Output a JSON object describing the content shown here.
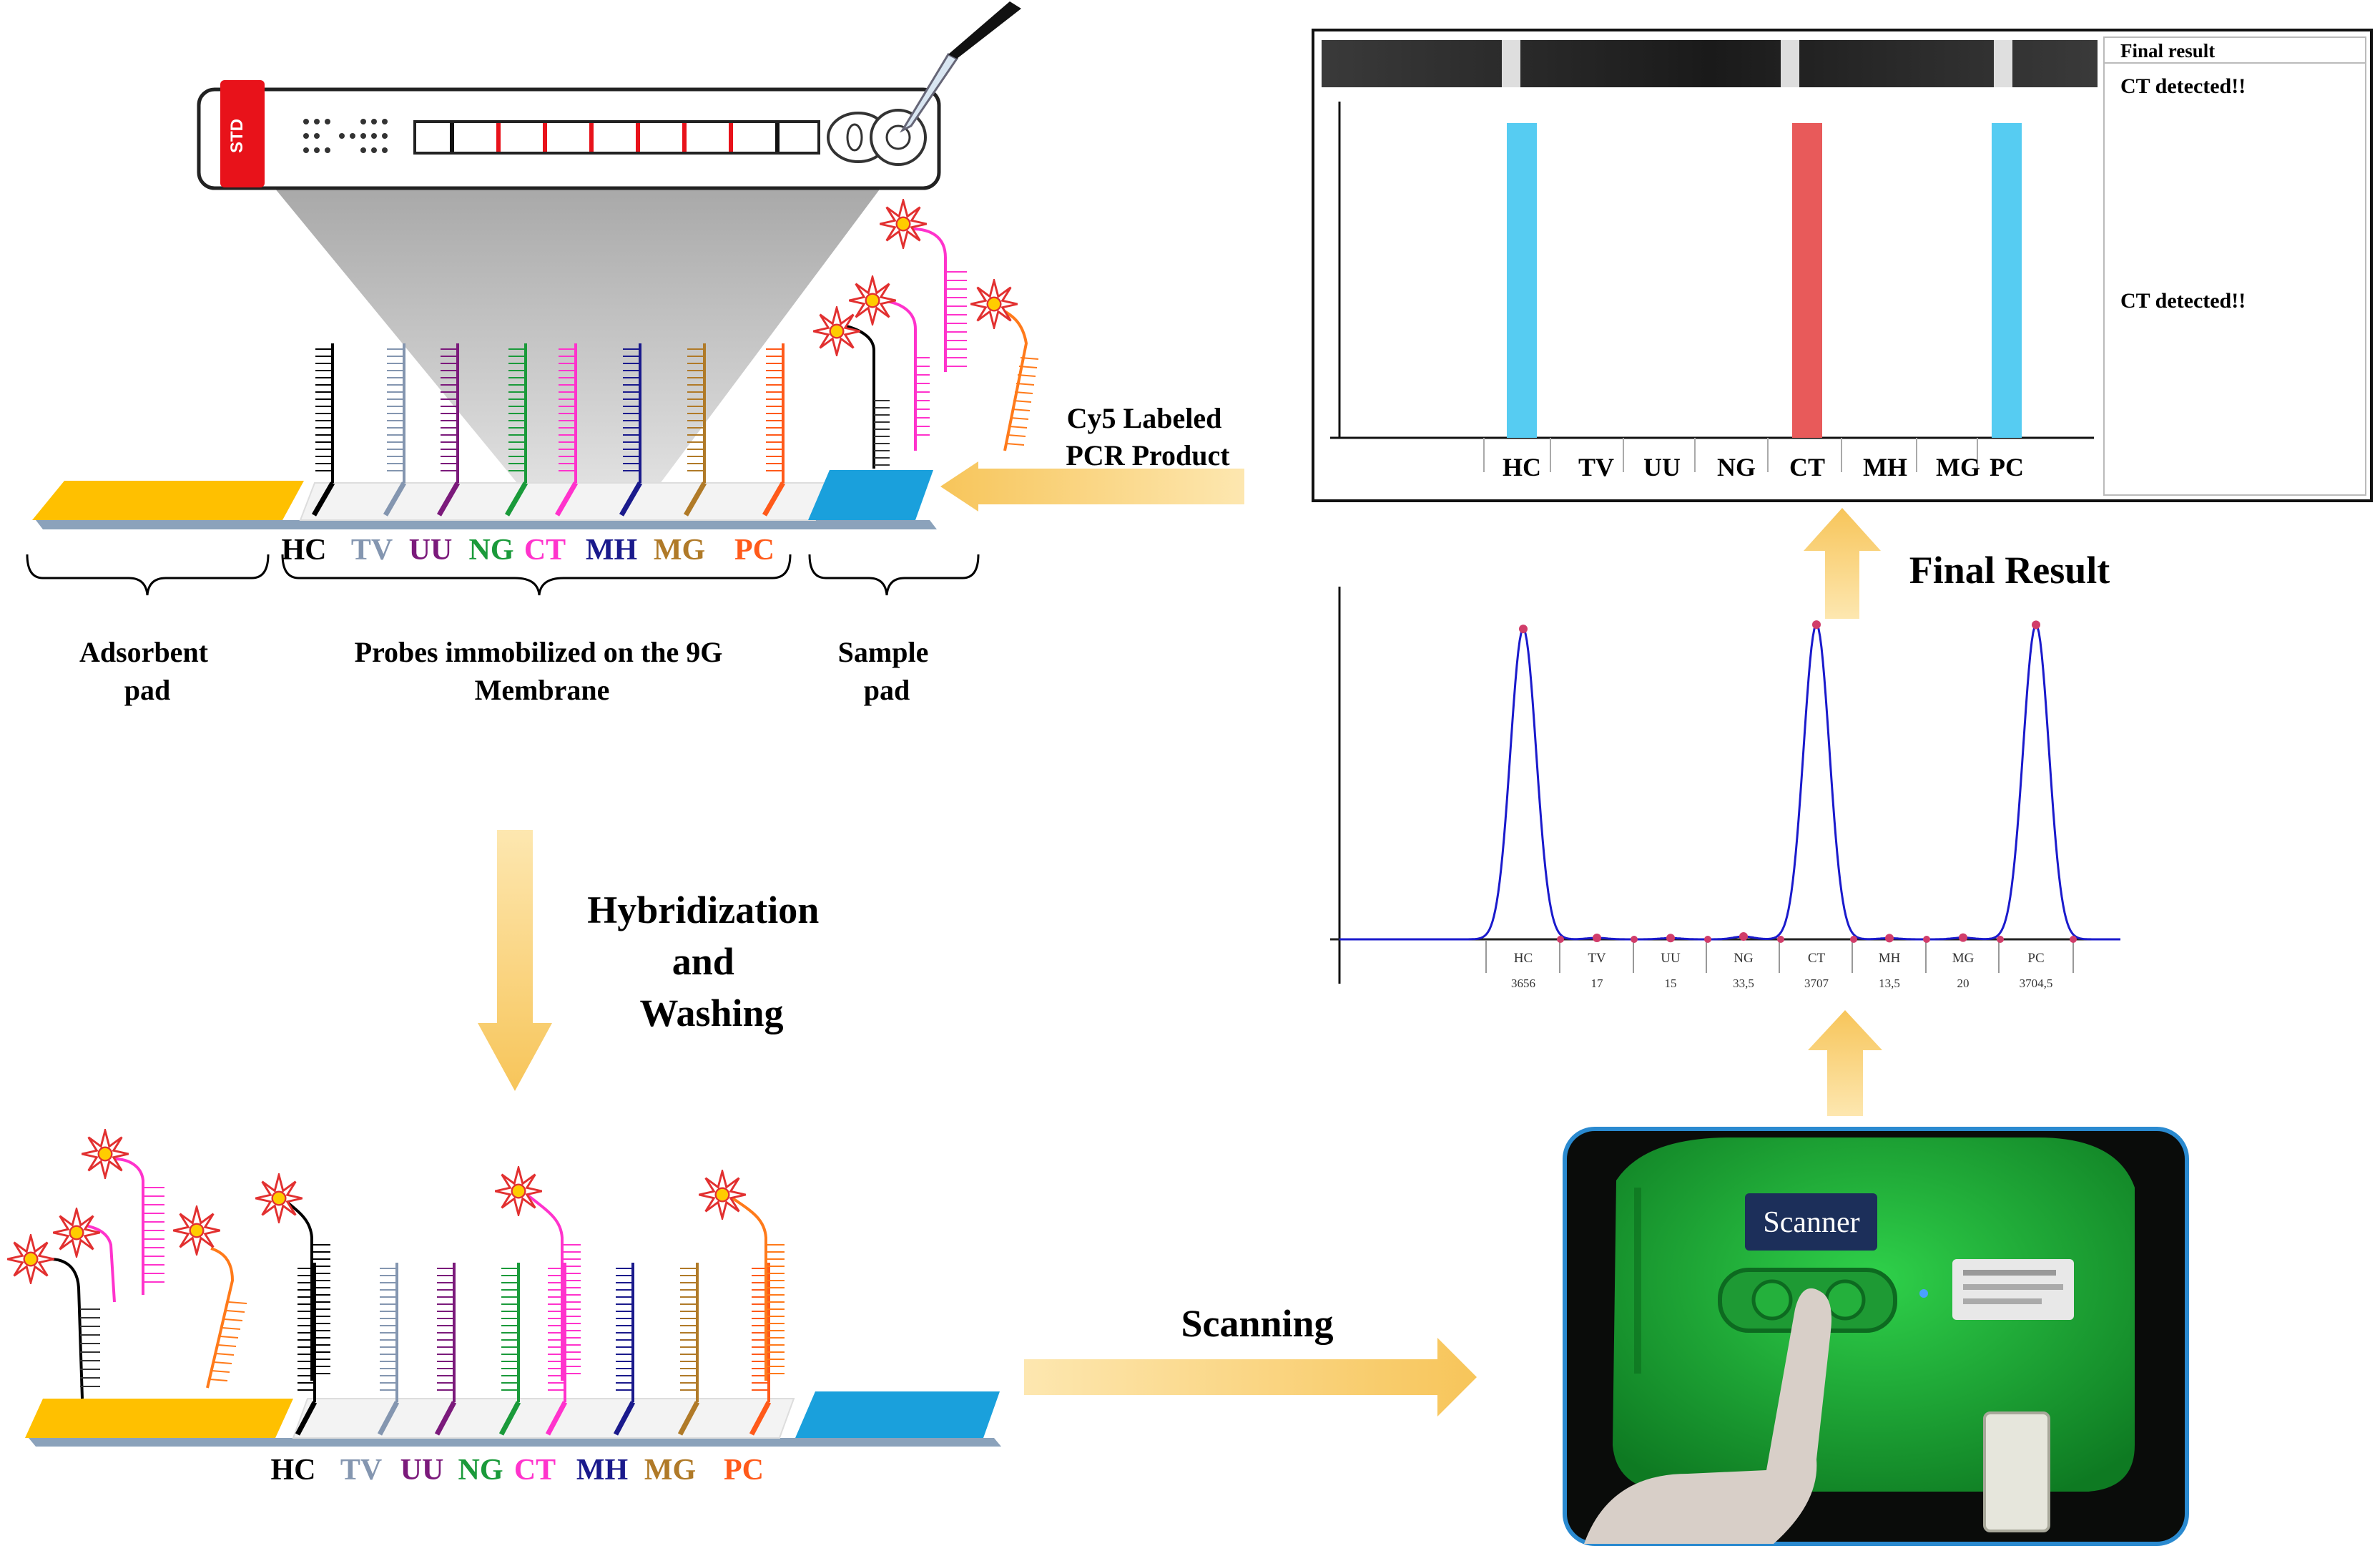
{
  "device": {
    "badge": "STD"
  },
  "probe_labels": [
    {
      "text": "HC",
      "color": "#000000"
    },
    {
      "text": "TV",
      "color": "#8496b0"
    },
    {
      "text": "UU",
      "color": "#7b1a7b"
    },
    {
      "text": "NG",
      "color": "#1a9a3a"
    },
    {
      "text": "CT",
      "color": "#ff33cc"
    },
    {
      "text": "MH",
      "color": "#1a1a8c"
    },
    {
      "text": "MG",
      "color": "#b07a28"
    },
    {
      "text": "PC",
      "color": "#ff5a1a"
    }
  ],
  "pads": {
    "adsorbent": [
      "Adsorbent",
      "pad"
    ],
    "probes": [
      "Probes immobilized on the 9G",
      "Membrane"
    ],
    "sample": [
      "Sample",
      "pad"
    ]
  },
  "cy5": [
    "Cy5 Labeled",
    "PCR Product"
  ],
  "steps": {
    "hybridization": [
      "Hybridization",
      "and",
      "Washing"
    ],
    "scanning": "Scanning",
    "final_result": "Final Result"
  },
  "scanner_label": "Scanner",
  "result_panel": {
    "heading": "Final result",
    "line1": "CT detected!!",
    "line2": "CT  detected!!",
    "categories": [
      "HC",
      "TV",
      "UU",
      "NG",
      "CT",
      "MH",
      "MG",
      "PC"
    ],
    "bars": [
      {
        "category": "HC",
        "color": "#56ccf2"
      },
      {
        "category": "CT",
        "color": "#e85a5a"
      },
      {
        "category": "PC",
        "color": "#56ccf2"
      }
    ]
  },
  "chart_data": {
    "type": "line",
    "categories": [
      "HC",
      "TV",
      "UU",
      "NG",
      "CT",
      "MH",
      "MG",
      "PC"
    ],
    "values": [
      3656,
      17,
      15,
      33.5,
      3707,
      13.5,
      20,
      3704.5
    ],
    "value_labels": [
      "3656",
      "17",
      "15",
      "33,5",
      "3707",
      "13,5",
      "20",
      "3704,5"
    ],
    "ylim": [
      0,
      4000
    ],
    "title": "",
    "xlabel": "",
    "ylabel": ""
  }
}
